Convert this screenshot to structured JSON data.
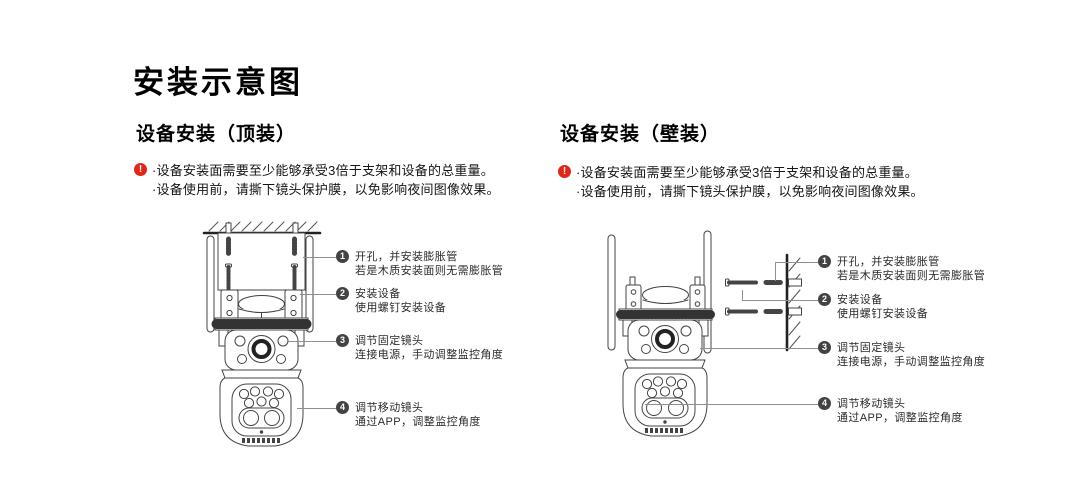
{
  "title": "安装示意图",
  "colors": {
    "warning_red": "#e1251b",
    "line_art": "#444444",
    "badge_bg": "#434343"
  },
  "icons": {
    "warning": "exclamation-circle-icon",
    "warning_glyph": "!"
  },
  "sections": [
    {
      "heading": "设备安装（顶装）",
      "warnings": [
        "·设备安装面需要至少能够承受3倍于支架和设备的总重量。",
        "·设备使用前，请撕下镜头保护膜，以免影响夜间图像效果。"
      ],
      "diagram": "camera-ceiling-mount-line-art",
      "steps": [
        {
          "num": "1",
          "title": "开孔，并安装膨胀管",
          "desc": "若是木质安装面则无需膨胀管"
        },
        {
          "num": "2",
          "title": "安装设备",
          "desc": "使用螺钉安装设备"
        },
        {
          "num": "3",
          "title": "调节固定镜头",
          "desc": "连接电源，手动调整监控角度"
        },
        {
          "num": "4",
          "title": "调节移动镜头",
          "desc": "通过APP，调整监控角度"
        }
      ]
    },
    {
      "heading": "设备安装（壁装）",
      "warnings": [
        "·设备安装面需要至少能够承受3倍于支架和设备的总重量。",
        "·设备使用前，请撕下镜头保护膜，以免影响夜间图像效果。"
      ],
      "diagram": "camera-wall-mount-line-art",
      "steps": [
        {
          "num": "1",
          "title": "开孔，并安装膨胀管",
          "desc": "若是木质安装面则无需膨胀管"
        },
        {
          "num": "2",
          "title": "安装设备",
          "desc": "使用螺钉安装设备"
        },
        {
          "num": "3",
          "title": "调节固定镜头",
          "desc": "连接电源，手动调整监控角度"
        },
        {
          "num": "4",
          "title": "调节移动镜头",
          "desc": "通过APP，调整监控角度"
        }
      ]
    }
  ]
}
